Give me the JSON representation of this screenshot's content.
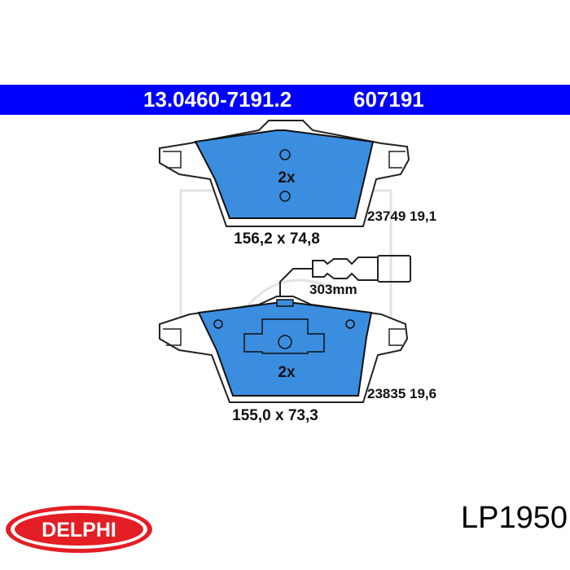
{
  "header": {
    "part_number": "13.0460-7191.2",
    "ref_number": "607191",
    "color": "#0000ff"
  },
  "pads": [
    {
      "quantity": "2x",
      "dimensions": "156,2 x 74,8",
      "spec": "23749 19,1"
    },
    {
      "quantity": "2x",
      "dimensions": "155,0 x 73,3",
      "spec": "23835 19,6"
    }
  ],
  "sensor": {
    "length": "303mm"
  },
  "pad_color": "#3b8de0",
  "footer": {
    "brand": "DELPHI",
    "brand_color": "#e31e24",
    "product_code": "LP1950"
  }
}
